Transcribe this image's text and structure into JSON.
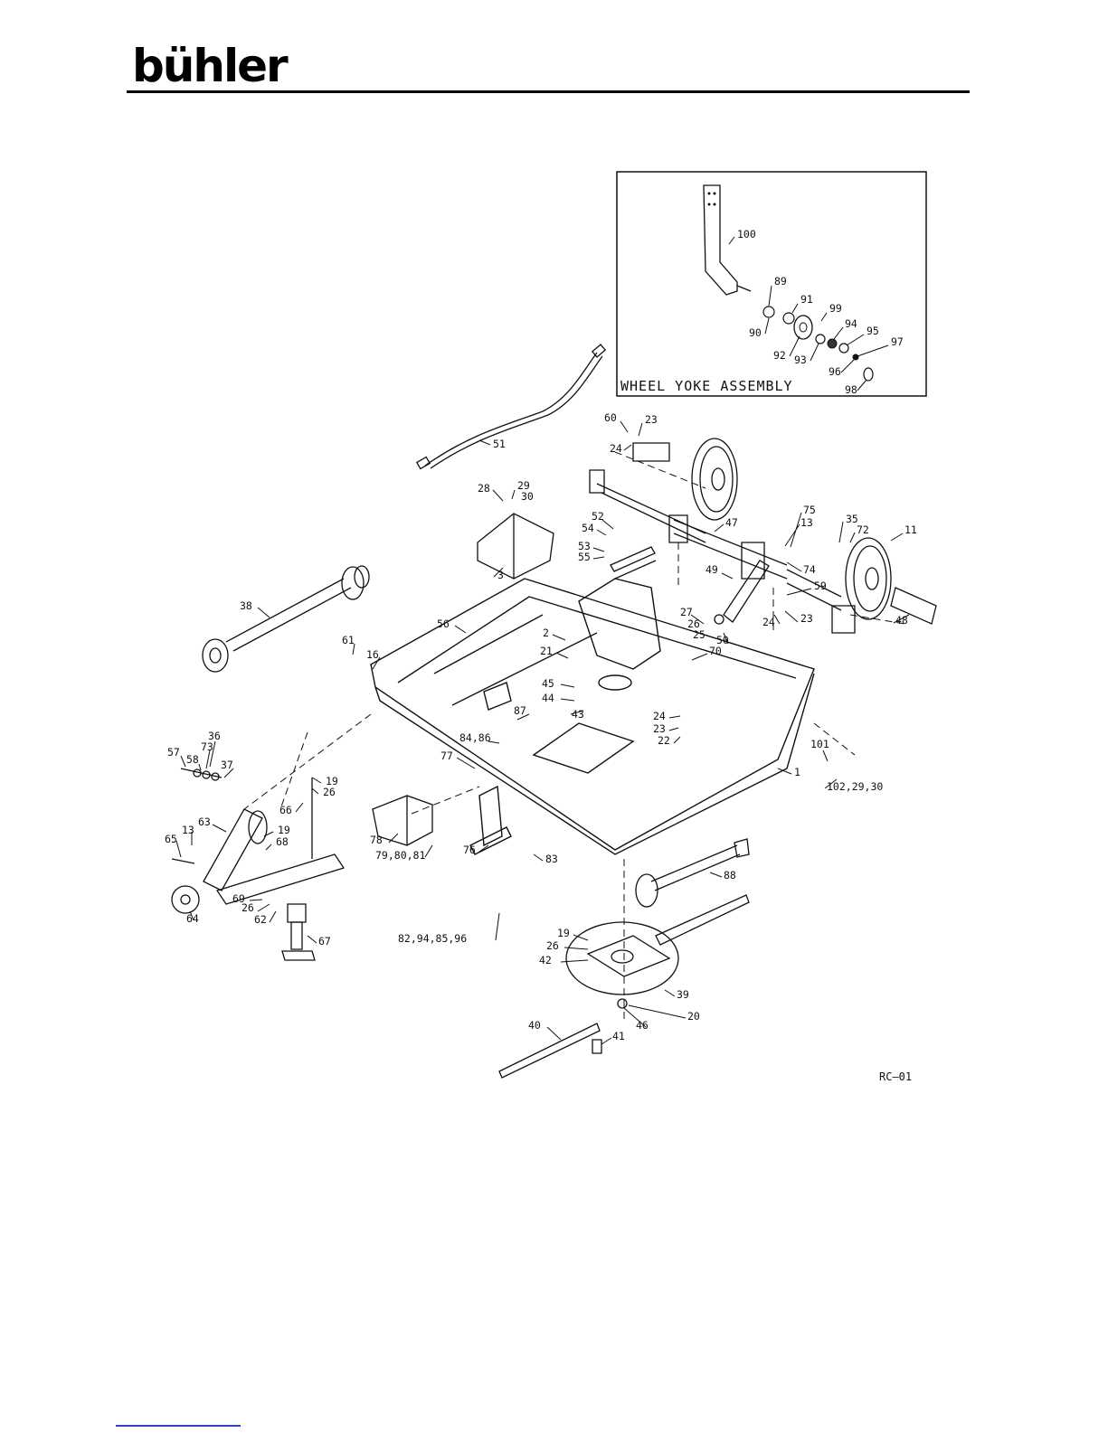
{
  "header": {
    "brand": "bühler"
  },
  "inset": {
    "title": "WHEEL YOKE ASSEMBLY"
  },
  "drawing_code": "RC–01",
  "parts": {
    "p100": "100",
    "p89": "89",
    "p91": "91",
    "p90": "90",
    "p99": "99",
    "p92": "92",
    "p93": "93",
    "p94": "94",
    "p95": "95",
    "p97": "97",
    "p96": "96",
    "p98": "98",
    "p51": "51",
    "p60": "60",
    "p23a": "23",
    "p24a": "24",
    "p28": "28",
    "p29": "29",
    "p30": "30",
    "p3": "3",
    "p52": "52",
    "p54": "54",
    "p53": "53",
    "p55": "55",
    "p47": "47",
    "p75": "75",
    "p13a": "13",
    "p35": "35",
    "p72": "72",
    "p11": "11",
    "p74": "74",
    "p49": "49",
    "p59": "59",
    "p48": "48",
    "p27": "27",
    "p26a": "26",
    "p25": "25",
    "p50": "50",
    "p24b": "24",
    "p23b": "23",
    "p70": "70",
    "p38": "38",
    "p56": "56",
    "p2": "2",
    "p21": "21",
    "p61": "61",
    "p16": "16",
    "p45": "45",
    "p44": "44",
    "p43": "43",
    "p87": "87",
    "p84_86": "84,86",
    "p24c": "24",
    "p23c": "23",
    "p22": "22",
    "p101": "101",
    "p1": "1",
    "p102_29_30": "102,29,30",
    "p36": "36",
    "p73": "73",
    "p57": "57",
    "p58": "58",
    "p37": "37",
    "p77": "77",
    "p19a": "19",
    "p26b": "26",
    "p66": "66",
    "p63": "63",
    "p13b": "13",
    "p65": "65",
    "p19b": "19",
    "p68": "68",
    "p78": "78",
    "p79_80_81": "79,80,81",
    "p76": "76",
    "p83": "83",
    "p88": "88",
    "p69": "69",
    "p26c": "26",
    "p62": "62",
    "p64": "64",
    "p67": "67",
    "p82_94_85_96": "82,94,85,96",
    "p19c": "19",
    "p26d": "26",
    "p42": "42",
    "p39": "39",
    "p46": "46",
    "p20": "20",
    "p40": "40",
    "p41": "41"
  }
}
